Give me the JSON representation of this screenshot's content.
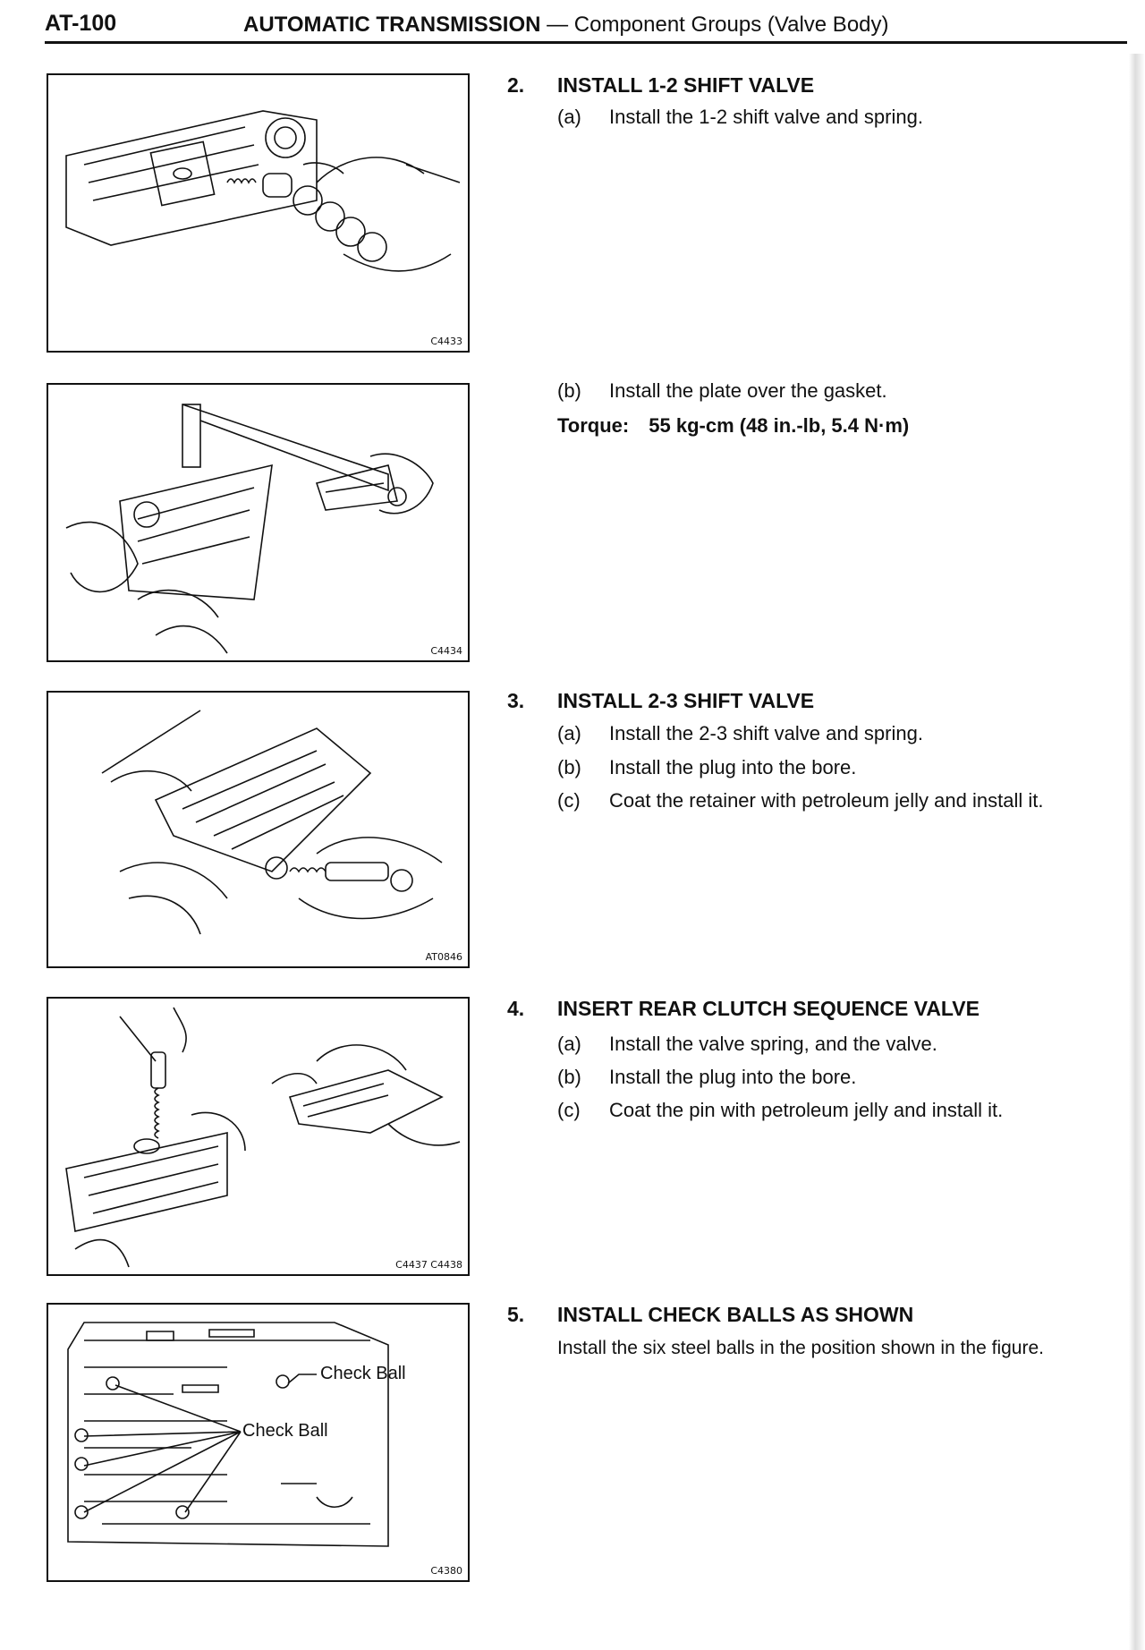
{
  "header": {
    "page_number": "AT-100",
    "title_bold": "AUTOMATIC TRANSMISSION",
    "title_rest": " — Component Groups (Valve Body)"
  },
  "figures": [
    {
      "code": "C4433"
    },
    {
      "code": "C4434"
    },
    {
      "code": "AT0846"
    },
    {
      "code": "C4437 C4438"
    },
    {
      "code": "C4380",
      "callouts": [
        "Check Ball",
        "Check Ball"
      ]
    }
  ],
  "steps": [
    {
      "number": "2.",
      "title": "INSTALL 1-2 SHIFT VALVE",
      "items": [
        {
          "label": "(a)",
          "text": "Install the 1-2 shift valve and spring."
        },
        {
          "label": "(b)",
          "text": "Install the plate over the gasket."
        }
      ],
      "torque_label": "Torque:",
      "torque_value": "55 kg-cm (48 in.-lb, 5.4 N·m)"
    },
    {
      "number": "3.",
      "title": "INSTALL 2-3 SHIFT VALVE",
      "items": [
        {
          "label": "(a)",
          "text": "Install the 2-3 shift valve and spring."
        },
        {
          "label": "(b)",
          "text": "Install the plug into the bore."
        },
        {
          "label": "(c)",
          "text": "Coat the retainer with petroleum jelly and install it."
        }
      ]
    },
    {
      "number": "4.",
      "title": "INSERT REAR CLUTCH SEQUENCE VALVE",
      "items": [
        {
          "label": "(a)",
          "text": "Install the valve spring, and the valve."
        },
        {
          "label": "(b)",
          "text": "Install the plug into the bore."
        },
        {
          "label": "(c)",
          "text": "Coat the pin with petroleum jelly and install it."
        }
      ]
    },
    {
      "number": "5.",
      "title": "INSTALL CHECK BALLS AS SHOWN",
      "text": "Install the six steel balls in the position shown in the figure."
    }
  ]
}
